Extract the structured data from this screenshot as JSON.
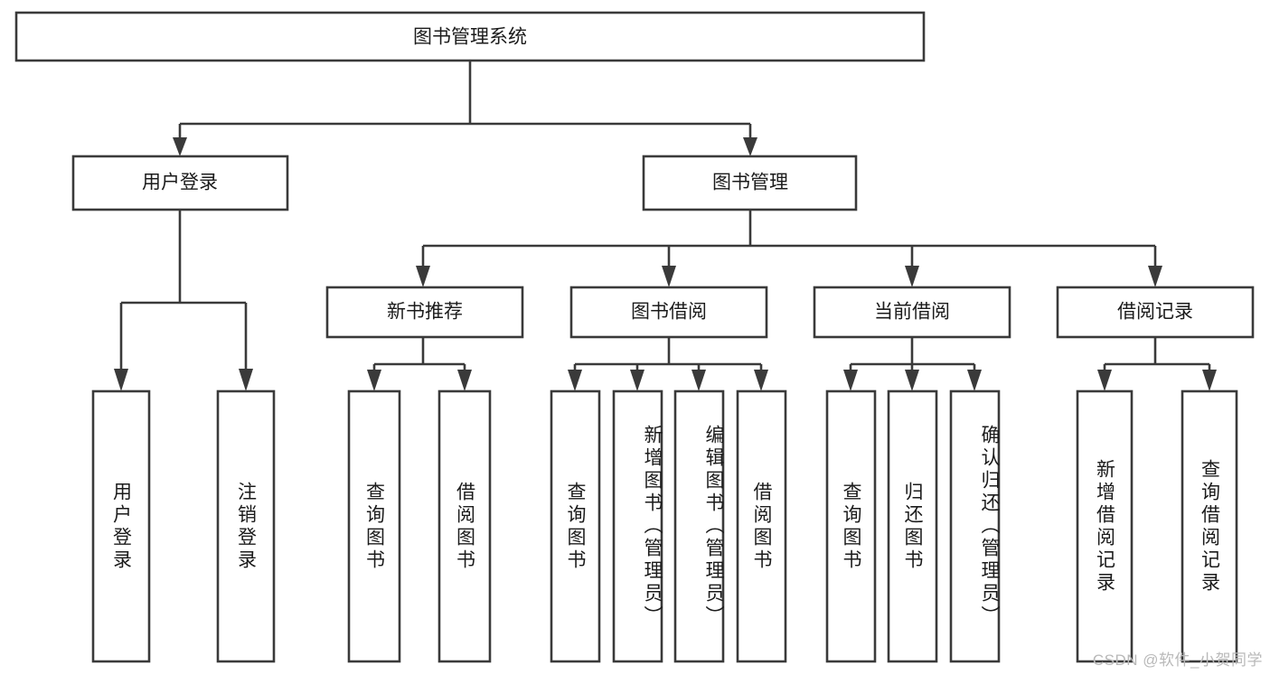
{
  "diagram": {
    "title": "图书管理系统",
    "type": "tree",
    "watermark": "CSDN @软件_小贺同学",
    "colors": {
      "box_stroke": "#3a3a3a",
      "box_fill": "#ffffff",
      "text": "#1b1b1b",
      "background": "#ffffff",
      "watermark": "#b9b9b9"
    },
    "levels": {
      "root": {
        "label": "图书管理系统"
      },
      "level2": [
        {
          "id": "user-login",
          "label": "用户登录"
        },
        {
          "id": "book-management",
          "label": "图书管理"
        }
      ],
      "level3": [
        {
          "id": "new-book-recommend",
          "label": "新书推荐",
          "parent": "book-management"
        },
        {
          "id": "book-borrow",
          "label": "图书借阅",
          "parent": "book-management"
        },
        {
          "id": "current-borrow",
          "label": "当前借阅",
          "parent": "book-management"
        },
        {
          "id": "borrow-record",
          "label": "借阅记录",
          "parent": "book-management"
        }
      ],
      "leaves": [
        {
          "id": "leaf-user-login",
          "label": "用户登录",
          "parent": "user-login"
        },
        {
          "id": "leaf-user-logout",
          "label": "注销登录",
          "parent": "user-login"
        },
        {
          "id": "leaf-query-book-1",
          "label": "查询图书",
          "parent": "new-book-recommend"
        },
        {
          "id": "leaf-borrow-book-1",
          "label": "借阅图书",
          "parent": "new-book-recommend"
        },
        {
          "id": "leaf-query-book-2",
          "label": "查询图书",
          "parent": "book-borrow"
        },
        {
          "id": "leaf-add-book",
          "label": "新增图书（管理员）",
          "parent": "book-borrow"
        },
        {
          "id": "leaf-edit-book",
          "label": "编辑图书（管理员）",
          "parent": "book-borrow"
        },
        {
          "id": "leaf-borrow-book-2",
          "label": "借阅图书",
          "parent": "book-borrow"
        },
        {
          "id": "leaf-query-book-3",
          "label": "查询图书",
          "parent": "current-borrow"
        },
        {
          "id": "leaf-return-book",
          "label": "归还图书",
          "parent": "current-borrow"
        },
        {
          "id": "leaf-confirm-return",
          "label": "确认归还（管理员）",
          "parent": "current-borrow"
        },
        {
          "id": "leaf-add-record",
          "label": "新增借阅记录",
          "parent": "borrow-record"
        },
        {
          "id": "leaf-query-record",
          "label": "查询借阅记录",
          "parent": "borrow-record"
        }
      ]
    }
  }
}
